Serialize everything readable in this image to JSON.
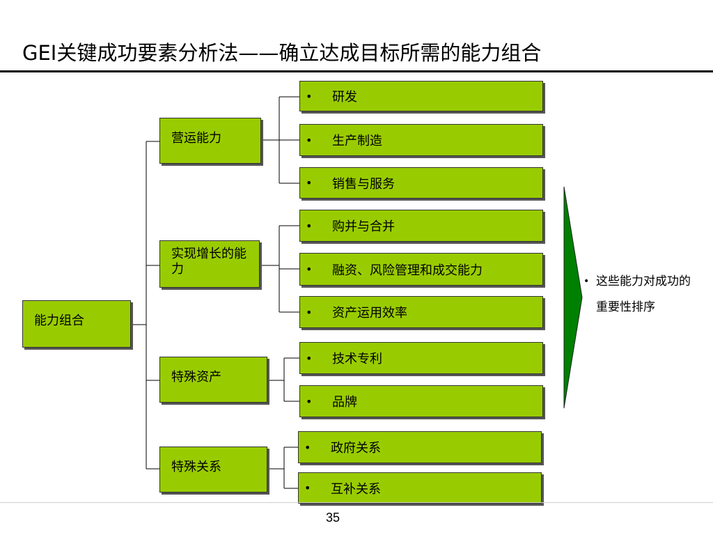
{
  "title": "GEI关键成功要素分析法——确立达成目标所需的能力组合",
  "page_number": "35",
  "bullet": "•",
  "colors": {
    "box_fill": "#99cc00",
    "arrow_fill": "#008000",
    "line": "#000000"
  },
  "root": {
    "label": "能力组合"
  },
  "categories": [
    {
      "label": "营运能力",
      "items": [
        "研发",
        "生产制造",
        "销售与服务"
      ]
    },
    {
      "label": "实现增长的能力",
      "items": [
        "购并与合并",
        "融资、风险管理和成交能力",
        "资产运用效率"
      ]
    },
    {
      "label": "特殊资产",
      "items": [
        "技术专利",
        "品牌"
      ]
    },
    {
      "label": "特殊关系",
      "items": [
        "政府关系",
        "互补关系"
      ]
    }
  ],
  "note": "这些能力对成功的重要性排序"
}
